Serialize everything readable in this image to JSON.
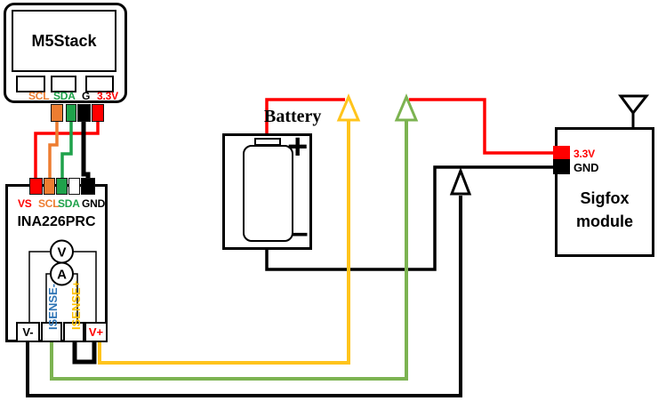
{
  "m5stack": {
    "title": "M5Stack",
    "pin_labels": [
      {
        "label": "SCL",
        "color": "#ED7D31"
      },
      {
        "label": "SDA",
        "color": "#1FA24B"
      },
      {
        "label": "G",
        "color": "#000000"
      },
      {
        "label": "3.3V",
        "color": "#FF0000"
      }
    ],
    "pin_colors": [
      "#ED7D31",
      "#1FA24B",
      "#000000",
      "#FF0000"
    ]
  },
  "ina226": {
    "title": "INA226PRC",
    "pin_labels": [
      {
        "label": "VS",
        "color": "#FF0000"
      },
      {
        "label": "SCL",
        "color": "#ED7D31"
      },
      {
        "label": "SDA",
        "color": "#1FA24B"
      },
      {
        "label": "GND",
        "color": "#000000"
      }
    ],
    "pin_colors": [
      "#FF0000",
      "#ED7D31",
      "#1FA24B",
      "#FFFFFF",
      "#000000"
    ],
    "voltmeter_label": "V",
    "ammeter_label": "A",
    "sense_minus": {
      "label": "ISENSE-",
      "color": "#2E74B5"
    },
    "sense_plus": {
      "label": "ISENSE+",
      "color": "#FFC000"
    },
    "terminals": {
      "vminus": "V-",
      "vplus": "V+"
    }
  },
  "battery": {
    "label": "Battery",
    "plus": "+",
    "minus": "−"
  },
  "sigfox": {
    "line1": "Sigfox",
    "line2": "module",
    "pins": [
      {
        "label": "3.3V",
        "color": "#FF0000"
      },
      {
        "label": "GND",
        "color": "#000000"
      }
    ],
    "pin_colors": [
      "#FF0000",
      "#000000"
    ]
  },
  "wire_colors": {
    "red": "#FF0000",
    "orange": "#ED7D31",
    "green": "#1FA24B",
    "light_green": "#7CB351",
    "yellow": "#FFC41C",
    "black": "#000000"
  }
}
